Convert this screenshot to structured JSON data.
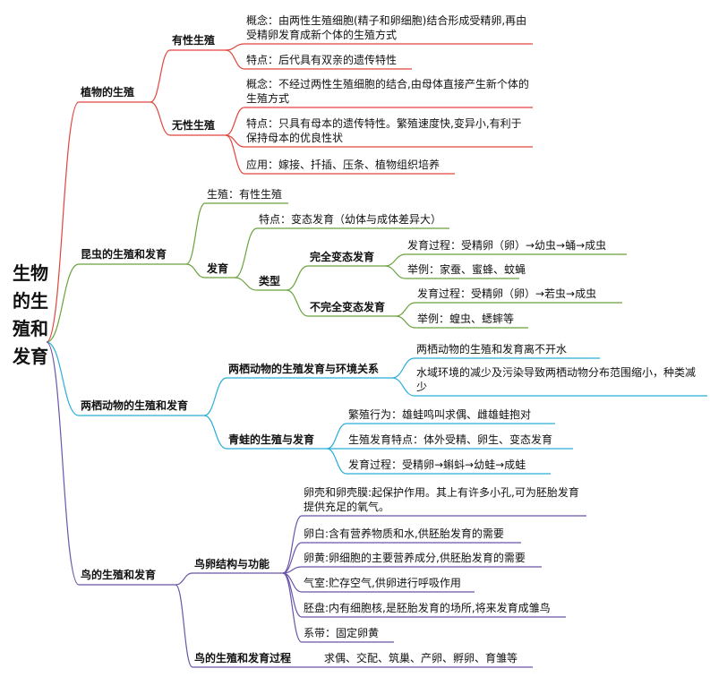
{
  "title": "生物的生殖和发育",
  "colors": {
    "plant": "#e0463c",
    "insect": "#6aa23c",
    "amphibian": "#2aaed8",
    "bird": "#6a55a8"
  },
  "plant": {
    "label": "植物的生殖",
    "sexual": {
      "label": "有性生殖",
      "concept": "概念：由两性生殖细胞(精子和卵细胞)结合形成受精卵,再由受精卵发育成新个体的生殖方式",
      "feature": "特点：后代具有双亲的遗传特性"
    },
    "asexual": {
      "label": "无性生殖",
      "concept": "概念：不经过两性生殖细胞的结合,由母体直接产生新个体的生殖方式",
      "feature": "特点：只具有母本的遗传特性。繁殖速度快,变异小,有利于保持母本的优良性状",
      "application": "应用：嫁接、扦插、压条、植物组织培养"
    }
  },
  "insect": {
    "label": "昆虫的生殖和发育",
    "reproduction": "生殖：有性生殖",
    "development": {
      "label": "发育",
      "feature": "特点：变态发育（幼体与成体差异大）",
      "types": {
        "label": "类型",
        "complete": {
          "label": "完全变态发育",
          "process": "发育过程：受精卵（卵）→幼虫→蛹→成虫",
          "examples": "举例：家蚕、蜜蜂、蚊蝇"
        },
        "incomplete": {
          "label": "不完全变态发育",
          "process": "发育过程：受精卵（卵）→若虫→成虫",
          "examples": "举例：蝗虫、蟋蟀等"
        }
      }
    }
  },
  "amphibian": {
    "label": "两栖动物的生殖和发育",
    "environment": {
      "label": "两栖动物的生殖发育与环境关系",
      "item1": "两栖动物的生殖和发育离不开水",
      "item2": "水域环境的减少及污染导致两栖动物分布范围缩小，种类减少"
    },
    "frog": {
      "label": "青蛙的生殖与发育",
      "behavior": "繁殖行为：雄蛙鸣叫求偶、雌雄蛙抱对",
      "features": "生殖发育特点：体外受精、卵生、变态发育",
      "process": "发育过程：受精卵→蝌蚪→幼蛙→成蛙"
    }
  },
  "bird": {
    "label": "鸟的生殖和发育",
    "egg": {
      "label": "鸟卵结构与功能",
      "shell": "卵壳和卵壳膜:起保护作用。其上有许多小孔,可为胚胎发育提供充足的氧气。",
      "albumen": "卵白:含有营养物质和水,供胚胎发育的需要",
      "yolk": "卵黄:卵细胞的主要营养成分,供胚胎发育的需要",
      "air_cell": "气室:贮存空气,供卵进行呼吸作用",
      "germinal_disc": "胚盘:内有细胞核,是胚胎发育的场所,将来发育成雏鸟",
      "chalaza": "系带：固定卵黄"
    },
    "process": {
      "label": "鸟的生殖和发育过程",
      "steps": "求偶、交配、筑巢、产卵、孵卵、育雏等"
    }
  }
}
